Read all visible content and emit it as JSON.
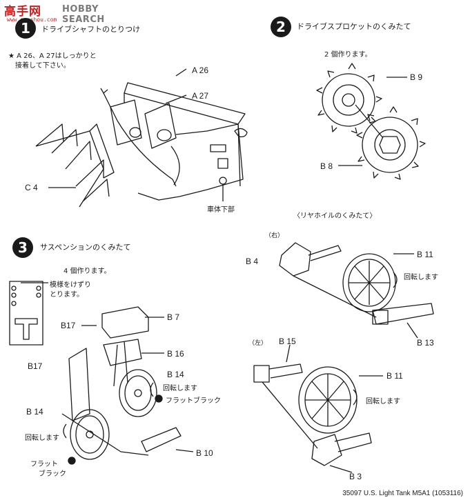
{
  "watermark": {
    "chinese": "高手网",
    "english": "HOBBY SEARCH",
    "url": "www.gaoshou.com"
  },
  "steps": [
    {
      "number": "1",
      "title": "ドライブシャフトのとりつけ"
    },
    {
      "number": "2",
      "title": "ドライブスプロケットのくみたて"
    },
    {
      "number": "3",
      "title": "サスペンションのくみたて"
    }
  ],
  "step1": {
    "note_line1": "★ A 26、A 27はしっかりと",
    "note_line2": "接着して下さい。",
    "part_a26": "A 26",
    "part_a27": "A 27",
    "part_c4": "C 4",
    "hull_bottom": "車体下部"
  },
  "step2": {
    "make_count": "2 個作ります。",
    "part_b9": "B 9",
    "part_b8": "B 8"
  },
  "rear_wheel": {
    "title": "〈リヤホイルのくみたて〉",
    "right_label": "（右）",
    "left_label": "（左）",
    "part_b4": "B 4",
    "part_b11_top": "B 11",
    "rotate_top": "回転します",
    "part_b13": "B 13",
    "part_b15": "B 15",
    "part_b11_bottom": "B 11",
    "rotate_bottom": "回転します",
    "part_b3": "B 3"
  },
  "step3": {
    "make_count": "4 個作ります。",
    "pattern_line1": "模様をけずり",
    "pattern_line2": "とります。",
    "part_b7": "B 7",
    "part_b17_upper": "B17",
    "part_b16": "B 16",
    "part_b17_lower": "B17",
    "part_b14_upper": "B 14",
    "rotate_right": "回転します",
    "flat_black_right": "フラットブラック",
    "part_b14_lower": "B 14",
    "rotate_left": "回転します",
    "flat_black_left_line1": "フラット",
    "flat_black_left_line2": "ブラック",
    "part_b10": "B 10"
  },
  "footer": {
    "text": "35097  U.S. Light Tank M5A1 (1053116)"
  }
}
